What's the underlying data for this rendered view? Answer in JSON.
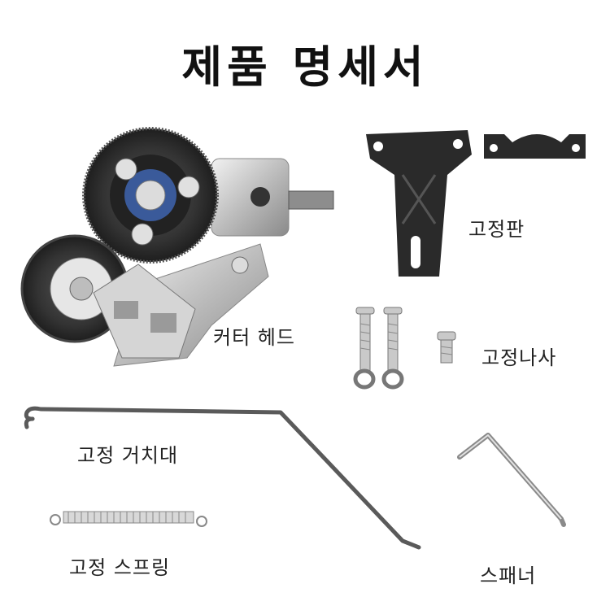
{
  "title": "제품 명세서",
  "labels": {
    "cutter_head": "커터 헤드",
    "fixing_plate": "고정판",
    "fixing_screw": "고정나사",
    "fixing_holder": "고정 거치대",
    "fixing_spring": "고정 스프링",
    "spanner": "스패너"
  },
  "colors": {
    "plastic_black": "#2a2a2a",
    "steel": "#b8b8b8",
    "wheel_dark": "#3a3a3a"
  }
}
